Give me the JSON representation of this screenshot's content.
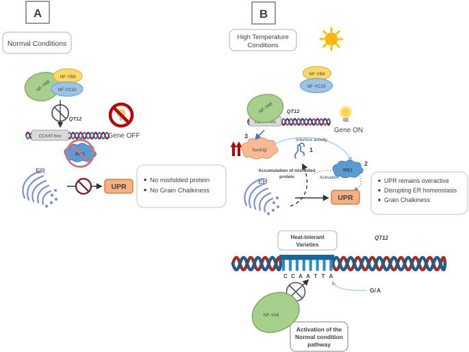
{
  "figure": {
    "panel_a": {
      "label": "A",
      "condition": "Normal Conditions",
      "complex": {
        "nf_ya8": "NF-YA8",
        "nf_yb9": "NF-YB9",
        "nf_yc10": "NF-YC10"
      },
      "gene": "QT12",
      "promoter": "CCAAT-box",
      "gene_state": "Gene OFF",
      "ire1": "IRE1",
      "er": "ER",
      "upr": "UPR",
      "outcomes": [
        "No misfolded protein",
        "No Grain Chalkiness"
      ]
    },
    "panel_b": {
      "label": "B",
      "condition": [
        "High Temperature",
        "Conditions"
      ],
      "complex": {
        "nf_ya8": "NF-YA8",
        "nf_yb9": "NF-YB9",
        "nf_yc10": "NF-YC10"
      },
      "gene": "QT12",
      "promoter": "CCAAT-box",
      "gene_state": "Gene ON",
      "sec61b": "Sec61β",
      "interfere_activity": "Interfere activity",
      "accumulation": [
        "Accumulation of misfolded",
        "protein"
      ],
      "activation": "Activation",
      "ire1": "IRE1",
      "er": "ER",
      "upr": "UPR",
      "steps": {
        "one": "1",
        "two": "2",
        "three": "3"
      },
      "outcomes": [
        "UPR remains overactive",
        "Disrupting ER homeostasis",
        "Grain Chalkiness"
      ]
    },
    "bottom": {
      "varieties": [
        "Heat-tolerant",
        "Varieties"
      ],
      "gene": "QT12",
      "sequence": [
        "C",
        "C",
        "A",
        "A",
        "T",
        "T",
        "A"
      ],
      "snp_ref": "G/",
      "snp_alt": "A",
      "nf_ya8": "NF-YA8",
      "pathway": [
        "Activation of the",
        "Normal condition",
        "pathway"
      ]
    },
    "colors": {
      "nfya8_green": "#a8d08d",
      "nfyb9_yellow": "#ffd966",
      "nfyc10_blue": "#9dc3e6",
      "ccaat_gray": "#d9d9d9",
      "upr_orange": "#f4b183",
      "ire1_blue": "#5b9bd5",
      "sec61b_orange": "#f7bb94",
      "dna_red": "#c00000",
      "dna_blue": "#2e75b6",
      "helix_red": "#a32e27",
      "helix_blue": "#1f5c8b",
      "comb_bar_blue": "#1565a0",
      "comb_teeth_blue": "#2e8fc7",
      "prohibit_red": "#c00000",
      "bulb_yellow": "#ffd34d",
      "snp_red": "#e0271b"
    }
  }
}
